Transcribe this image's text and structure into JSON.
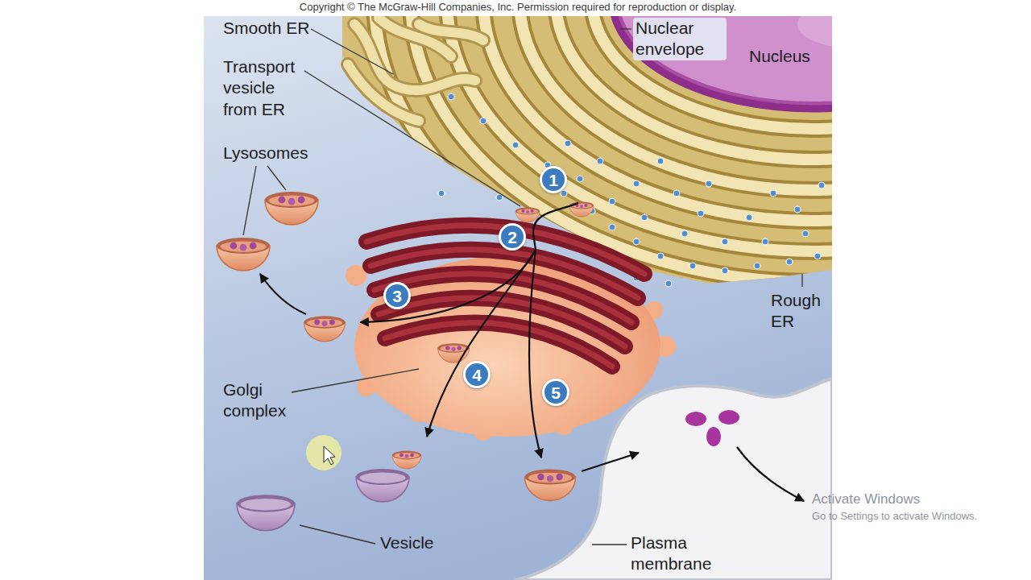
{
  "diagram": {
    "nodes": [
      {
        "text": [
          "1"
        ]
      },
      {
        "text": [
          "2"
        ]
      },
      {
        "text": [
          "3"
        ]
      },
      {
        "text": [
          "4"
        ]
      },
      {
        "text": [
          "5"
        ]
      }
    ],
    "labels": [
      "Copyright © The McGraw-Hill Companies, Inc. Permission required for reproduction or display.",
      "Smooth ER",
      "Nuclear envelope",
      "Nucleus",
      "Transport vesicle from ER",
      "Lysosomes",
      "Rough ER",
      "Golgi complex",
      "Vesicle",
      "Plasma membrane",
      "Activate Windows",
      "Go to Settings to activate Windows."
    ]
  }
}
